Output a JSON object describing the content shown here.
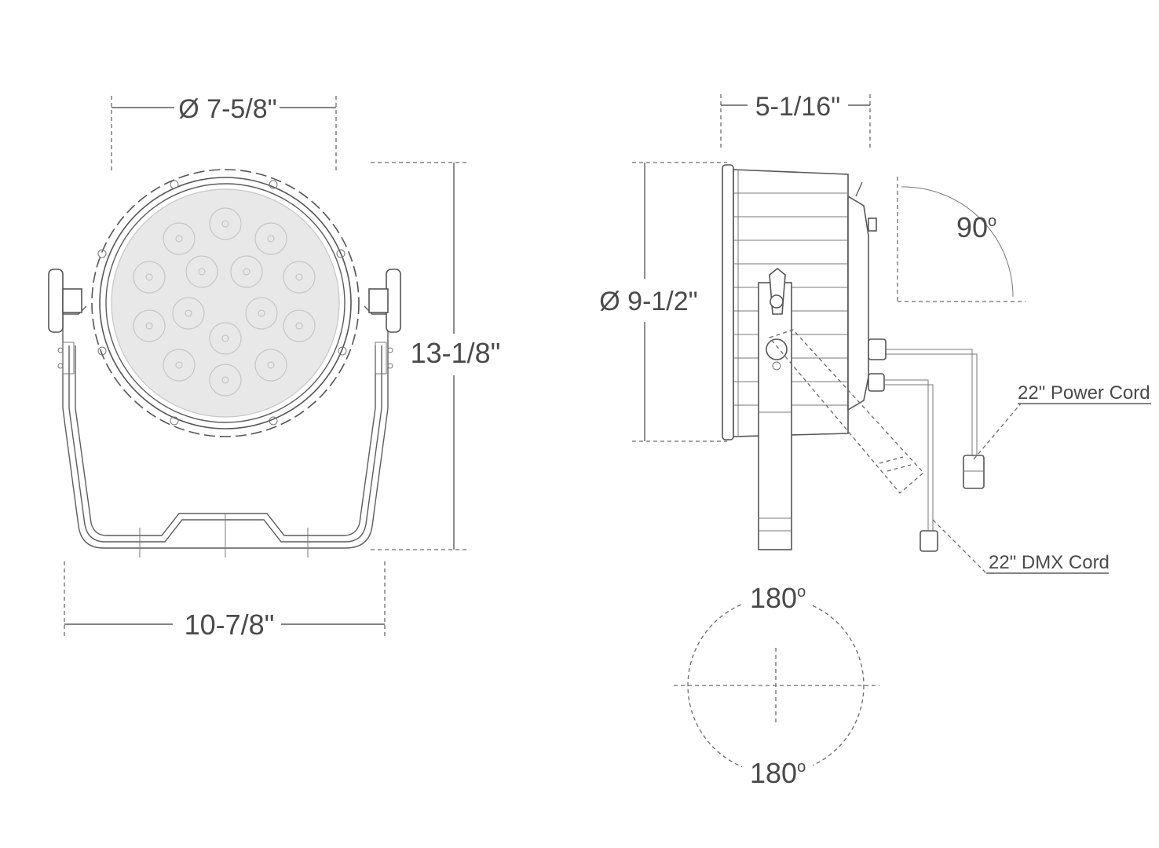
{
  "front_view": {
    "lens_diameter": "Ø 7-5/8\"",
    "height": "13-1/8\"",
    "width": "10-7/8\""
  },
  "side_view": {
    "depth": "5-1/16\"",
    "body_diameter": "Ø 9-1/2\"",
    "tilt_angle_value": "90",
    "power_cord": "22\" Power Cord",
    "dmx_cord": "22\" DMX Cord"
  },
  "rotation_view": {
    "top_angle_value": "180",
    "bottom_angle_value": "180"
  },
  "colors": {
    "line": "#5c5c5c",
    "text": "#4a4a4a",
    "lens_fill": "#e8e8e8"
  }
}
